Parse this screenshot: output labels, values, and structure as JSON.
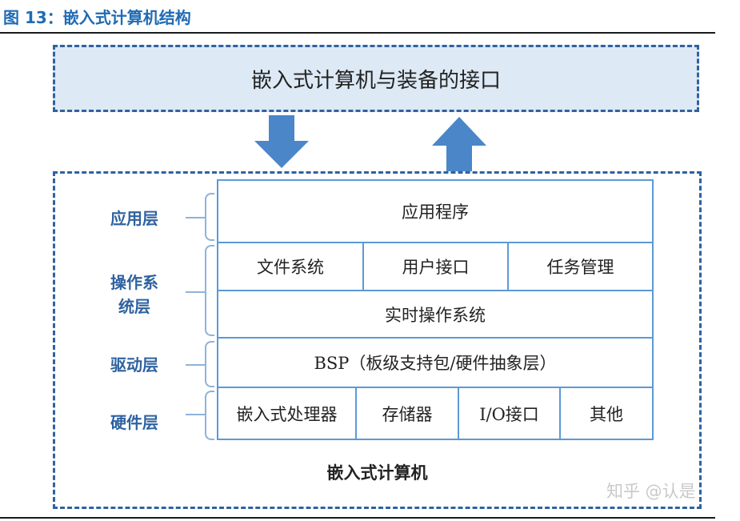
{
  "figure": {
    "title": "图 13：嵌入式计算机结构"
  },
  "interface": {
    "label": "嵌入式计算机与装备的接口"
  },
  "layers": {
    "application": {
      "label": "应用层",
      "cells": [
        "应用程序"
      ]
    },
    "os": {
      "label_line1": "操作系",
      "label_line2": "统层",
      "row1": [
        "文件系统",
        "用户接口",
        "任务管理"
      ],
      "row2": [
        "实时操作系统"
      ]
    },
    "driver": {
      "label": "驱动层",
      "cells": [
        "BSP（板级支持包/硬件抽象层）"
      ]
    },
    "hardware": {
      "label": "硬件层",
      "cells": [
        "嵌入式处理器",
        "存储器",
        "I/O接口",
        "其他"
      ]
    }
  },
  "computer": {
    "label": "嵌入式计算机"
  },
  "watermark": {
    "text": "知乎 @认是"
  },
  "colors": {
    "arrow_fill": "#4a86c8",
    "box_border": "#2f62a0",
    "interface_fill": "#dde9f5",
    "cell_border": "#5b9ad5",
    "layer_label": "#2f62a0",
    "title": "#1f6bb4"
  }
}
